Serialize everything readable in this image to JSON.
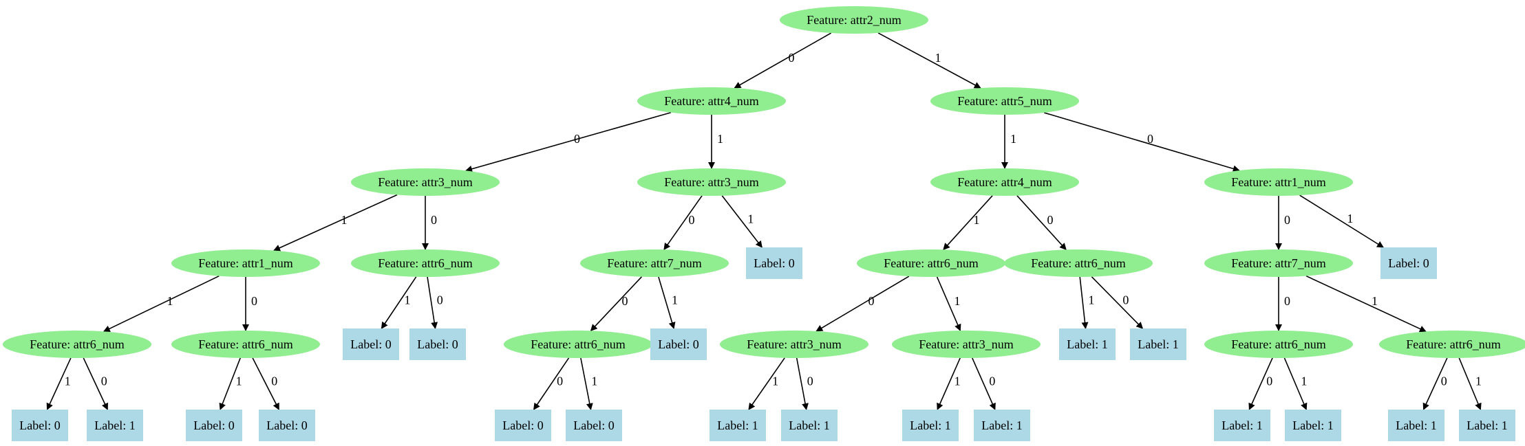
{
  "diagram": {
    "type": "decision-tree",
    "colors": {
      "feature_node": "#90ee90",
      "leaf_node": "#add8e6",
      "edge": "#000000"
    },
    "nodes": [
      {
        "id": "n1",
        "kind": "feature",
        "text": "Feature: attr2_num"
      },
      {
        "id": "n2",
        "kind": "feature",
        "text": "Feature: attr4_num"
      },
      {
        "id": "n3",
        "kind": "feature",
        "text": "Feature: attr5_num"
      },
      {
        "id": "n4",
        "kind": "feature",
        "text": "Feature: attr3_num"
      },
      {
        "id": "n5",
        "kind": "feature",
        "text": "Feature: attr3_num"
      },
      {
        "id": "n6",
        "kind": "feature",
        "text": "Feature: attr4_num"
      },
      {
        "id": "n7",
        "kind": "feature",
        "text": "Feature: attr1_num"
      },
      {
        "id": "n8",
        "kind": "feature",
        "text": "Feature: attr1_num"
      },
      {
        "id": "n9",
        "kind": "feature",
        "text": "Feature: attr6_num"
      },
      {
        "id": "n10",
        "kind": "feature",
        "text": "Feature: attr7_num"
      },
      {
        "id": "n11",
        "kind": "leaf",
        "text": "Label: 0"
      },
      {
        "id": "n12",
        "kind": "feature",
        "text": "Feature: attr6_num"
      },
      {
        "id": "n13",
        "kind": "feature",
        "text": "Feature: attr6_num"
      },
      {
        "id": "n14",
        "kind": "feature",
        "text": "Feature: attr7_num"
      },
      {
        "id": "n15",
        "kind": "leaf",
        "text": "Label: 0"
      },
      {
        "id": "n16",
        "kind": "feature",
        "text": "Feature: attr6_num"
      },
      {
        "id": "n17",
        "kind": "feature",
        "text": "Feature: attr6_num"
      },
      {
        "id": "n18",
        "kind": "leaf",
        "text": "Label: 0"
      },
      {
        "id": "n19",
        "kind": "leaf",
        "text": "Label: 0"
      },
      {
        "id": "n20",
        "kind": "feature",
        "text": "Feature: attr6_num"
      },
      {
        "id": "n21",
        "kind": "leaf",
        "text": "Label: 0"
      },
      {
        "id": "n22",
        "kind": "feature",
        "text": "Feature: attr3_num"
      },
      {
        "id": "n23",
        "kind": "feature",
        "text": "Feature: attr3_num"
      },
      {
        "id": "n24",
        "kind": "leaf",
        "text": "Label: 1"
      },
      {
        "id": "n25",
        "kind": "leaf",
        "text": "Label: 1"
      },
      {
        "id": "n26",
        "kind": "feature",
        "text": "Feature: attr6_num"
      },
      {
        "id": "n27",
        "kind": "feature",
        "text": "Feature: attr6_num"
      },
      {
        "id": "n28",
        "kind": "leaf",
        "text": "Label: 0"
      },
      {
        "id": "n29",
        "kind": "leaf",
        "text": "Label: 1"
      },
      {
        "id": "n30",
        "kind": "leaf",
        "text": "Label: 0"
      },
      {
        "id": "n31",
        "kind": "leaf",
        "text": "Label: 0"
      },
      {
        "id": "n32",
        "kind": "leaf",
        "text": "Label: 0"
      },
      {
        "id": "n33",
        "kind": "leaf",
        "text": "Label: 0"
      },
      {
        "id": "n34",
        "kind": "leaf",
        "text": "Label: 1"
      },
      {
        "id": "n35",
        "kind": "leaf",
        "text": "Label: 1"
      },
      {
        "id": "n36",
        "kind": "leaf",
        "text": "Label: 1"
      },
      {
        "id": "n37",
        "kind": "leaf",
        "text": "Label: 1"
      },
      {
        "id": "n38",
        "kind": "leaf",
        "text": "Label: 1"
      },
      {
        "id": "n39",
        "kind": "leaf",
        "text": "Label: 1"
      },
      {
        "id": "n40",
        "kind": "leaf",
        "text": "Label: 1"
      },
      {
        "id": "n41",
        "kind": "leaf",
        "text": "Label: 1"
      }
    ],
    "edges": [
      {
        "from": "n1",
        "to": "n2",
        "label": "0"
      },
      {
        "from": "n1",
        "to": "n3",
        "label": "1"
      },
      {
        "from": "n2",
        "to": "n4",
        "label": "0"
      },
      {
        "from": "n2",
        "to": "n5",
        "label": "1"
      },
      {
        "from": "n3",
        "to": "n6",
        "label": "1"
      },
      {
        "from": "n3",
        "to": "n7",
        "label": "0"
      },
      {
        "from": "n4",
        "to": "n8",
        "label": "1"
      },
      {
        "from": "n4",
        "to": "n9",
        "label": "0"
      },
      {
        "from": "n5",
        "to": "n10",
        "label": "0"
      },
      {
        "from": "n5",
        "to": "n11",
        "label": "1"
      },
      {
        "from": "n6",
        "to": "n12",
        "label": "1"
      },
      {
        "from": "n6",
        "to": "n13",
        "label": "0"
      },
      {
        "from": "n7",
        "to": "n14",
        "label": "0"
      },
      {
        "from": "n7",
        "to": "n15",
        "label": "1"
      },
      {
        "from": "n8",
        "to": "n16",
        "label": "1"
      },
      {
        "from": "n8",
        "to": "n17",
        "label": "0"
      },
      {
        "from": "n9",
        "to": "n18",
        "label": "1"
      },
      {
        "from": "n9",
        "to": "n19",
        "label": "0"
      },
      {
        "from": "n10",
        "to": "n20",
        "label": "0"
      },
      {
        "from": "n10",
        "to": "n21",
        "label": "1"
      },
      {
        "from": "n12",
        "to": "n22",
        "label": "0"
      },
      {
        "from": "n12",
        "to": "n23",
        "label": "1"
      },
      {
        "from": "n13",
        "to": "n24",
        "label": "1"
      },
      {
        "from": "n13",
        "to": "n25",
        "label": "0"
      },
      {
        "from": "n14",
        "to": "n26",
        "label": "0"
      },
      {
        "from": "n14",
        "to": "n27",
        "label": "1"
      },
      {
        "from": "n16",
        "to": "n28",
        "label": "1"
      },
      {
        "from": "n16",
        "to": "n29",
        "label": "0"
      },
      {
        "from": "n17",
        "to": "n30",
        "label": "1"
      },
      {
        "from": "n17",
        "to": "n31",
        "label": "0"
      },
      {
        "from": "n20",
        "to": "n32",
        "label": "0"
      },
      {
        "from": "n20",
        "to": "n33",
        "label": "1"
      },
      {
        "from": "n22",
        "to": "n34",
        "label": "1"
      },
      {
        "from": "n22",
        "to": "n35",
        "label": "0"
      },
      {
        "from": "n23",
        "to": "n36",
        "label": "1"
      },
      {
        "from": "n23",
        "to": "n37",
        "label": "0"
      },
      {
        "from": "n26",
        "to": "n38",
        "label": "0"
      },
      {
        "from": "n26",
        "to": "n39",
        "label": "1"
      },
      {
        "from": "n27",
        "to": "n40",
        "label": "0"
      },
      {
        "from": "n27",
        "to": "n41",
        "label": "1"
      }
    ]
  }
}
